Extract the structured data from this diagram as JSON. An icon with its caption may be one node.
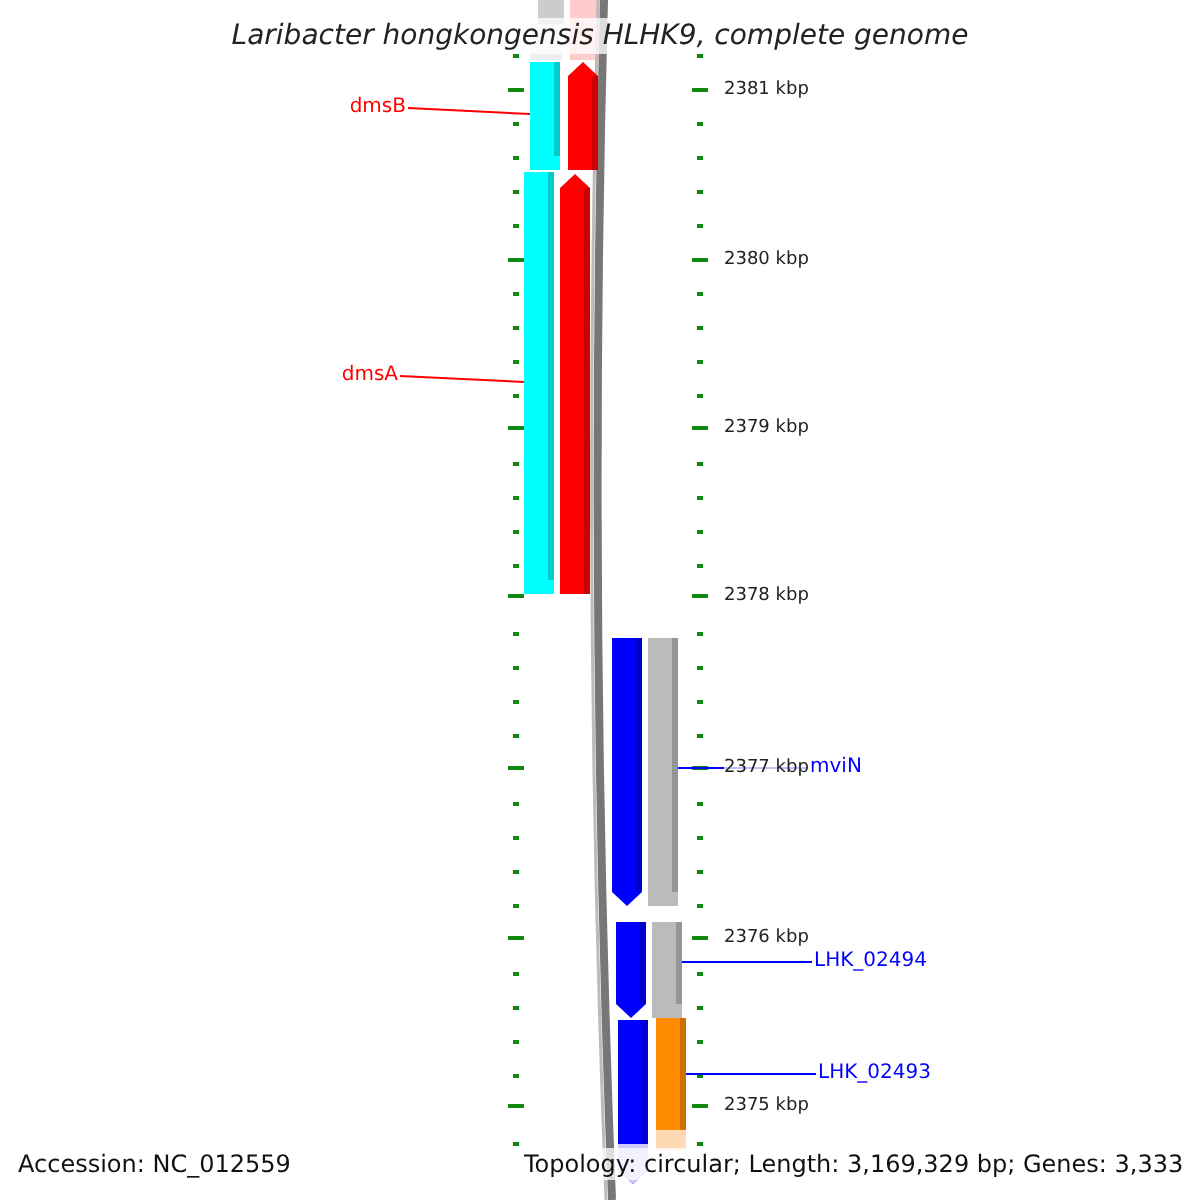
{
  "diagram": {
    "title": "Laribacter hongkongensis HLHK9, complete genome",
    "nodes": [
      {
        "text": [
          "dmsB"
        ]
      },
      {
        "text": [
          "dmsA"
        ]
      },
      {
        "text": [
          "mviN"
        ]
      },
      {
        "text": [
          "LHK_02494"
        ]
      },
      {
        "text": [
          "LHK_02493"
        ]
      },
      {
        "text": [],
        "shape": "bar"
      },
      {
        "text": [],
        "shape": "bar"
      },
      {
        "text": [],
        "shape": "arrow"
      },
      {
        "text": [],
        "shape": "arrow"
      },
      {
        "text": [],
        "shape": "arrow"
      },
      {
        "text": [],
        "shape": "arrow"
      },
      {
        "text": [],
        "shape": "arrow"
      },
      {
        "text": [],
        "shape": "bar"
      },
      {
        "text": [],
        "shape": "bar"
      },
      {
        "text": [],
        "shape": "bar"
      }
    ],
    "edges": [
      {
        "from": 0,
        "to": 5,
        "arrow": "none",
        "color": "#ff0000"
      },
      {
        "from": 1,
        "to": 6,
        "arrow": "none",
        "color": "#ff0000"
      },
      {
        "from": 2,
        "to": 12,
        "arrow": "none"
      },
      {
        "from": 3,
        "to": 13,
        "arrow": "none"
      },
      {
        "from": 4,
        "to": 14,
        "arrow": "none"
      }
    ],
    "labels": [
      "2381 kbp",
      "2380 kbp",
      "2379 kbp",
      "2378 kbp",
      "2377 kbp",
      "2376 kbp",
      "2375 kbp",
      "Accession: NC_012559",
      "Topology: circular; Length: 3,169,329 bp; Genes: 3,333"
    ]
  }
}
